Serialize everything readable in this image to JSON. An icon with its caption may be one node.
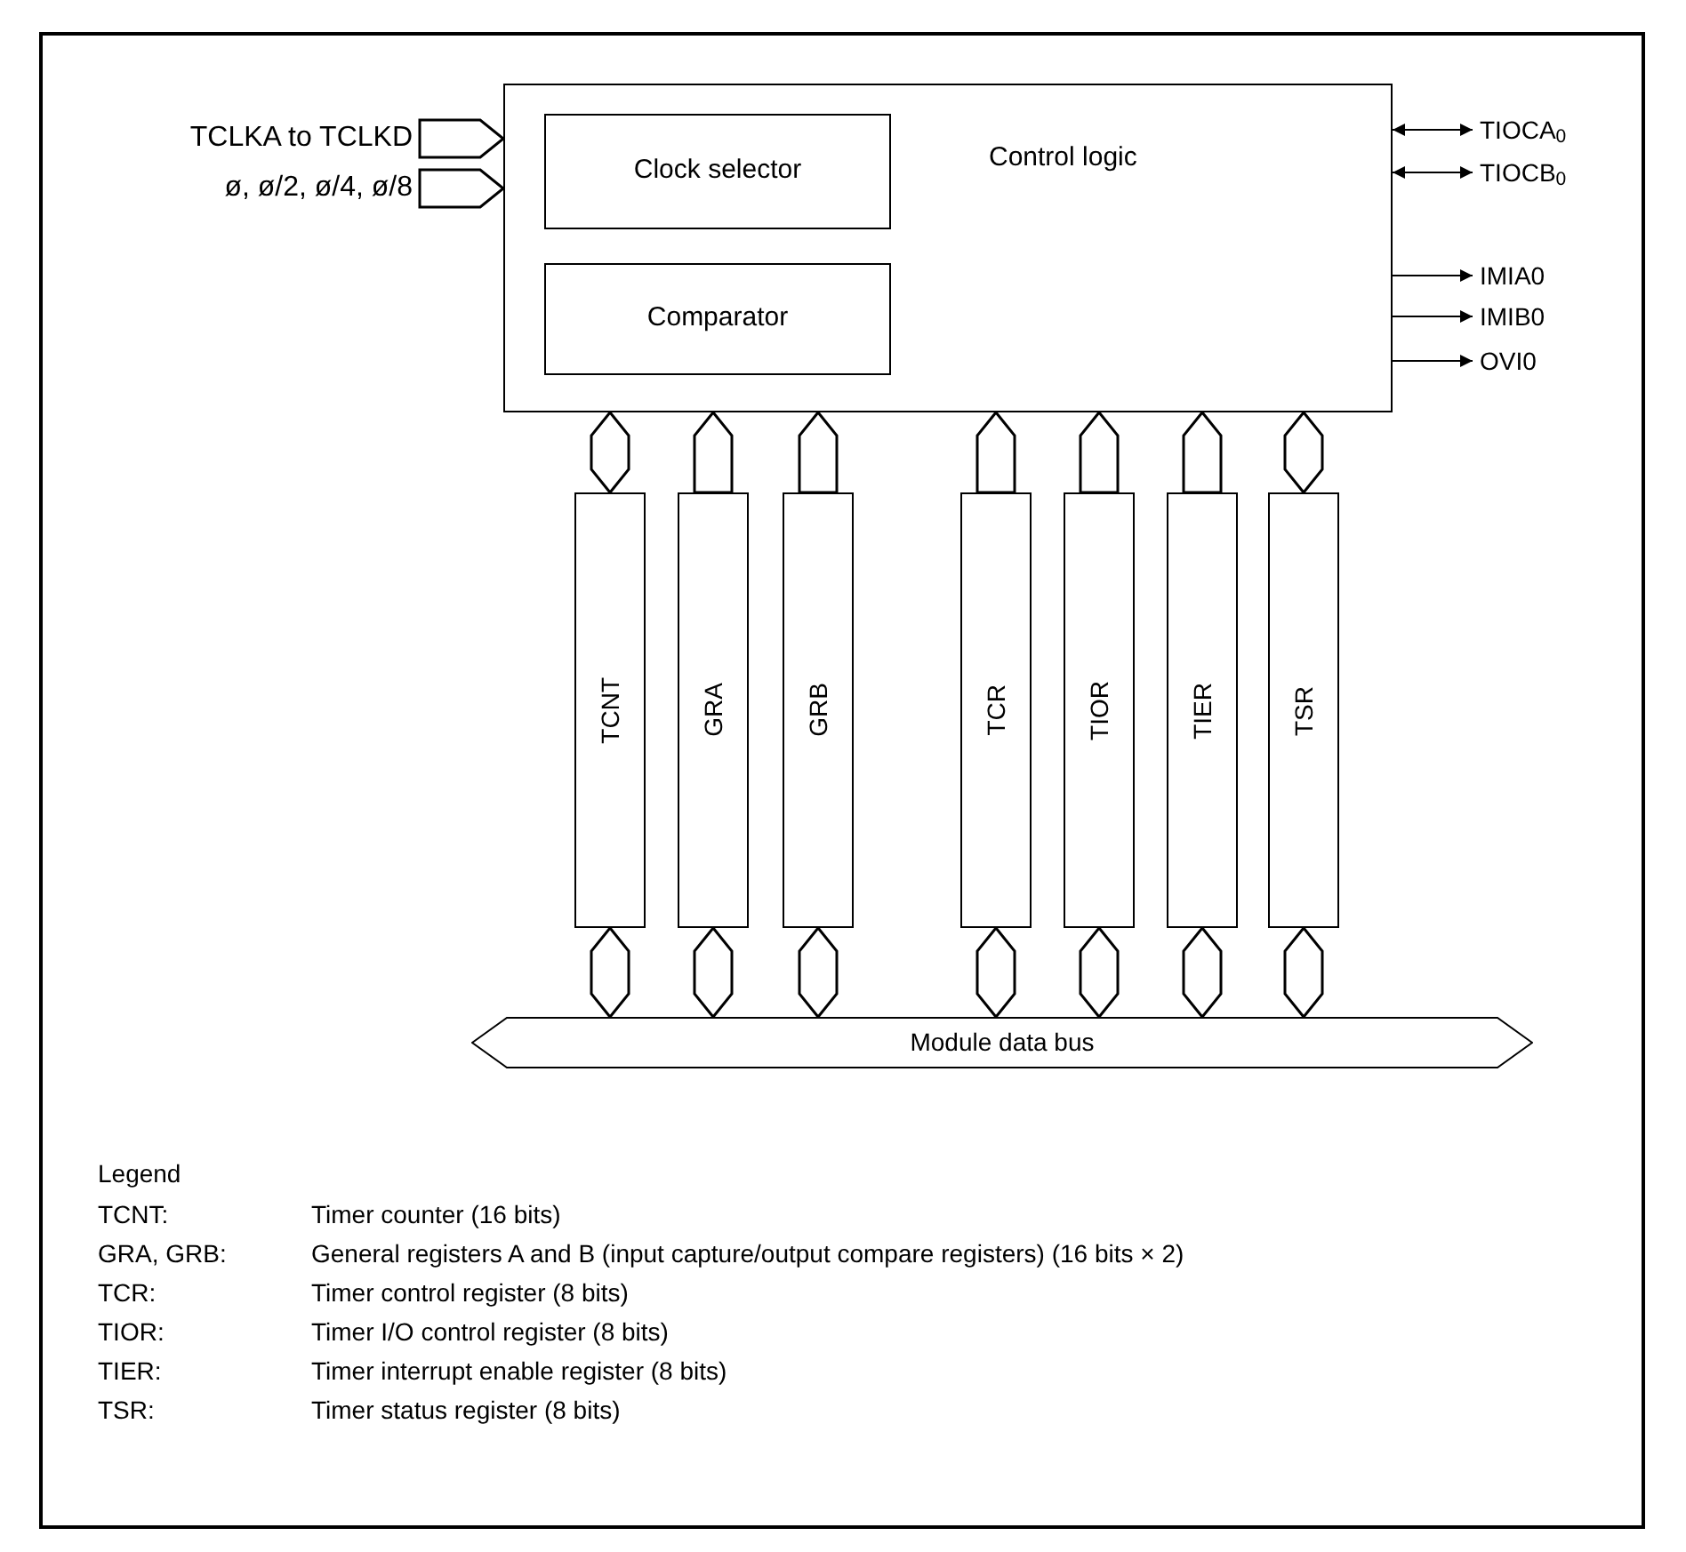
{
  "diagram": {
    "nodes": [
      {
        "text": [
          "TCLKA to TCLKD"
        ]
      },
      {
        "text": [
          "ø, ø/2, ø/4, ø/8"
        ]
      },
      {
        "text": [
          "Control logic"
        ]
      },
      {
        "text": [
          "Clock selector"
        ],
        "in": 2
      },
      {
        "text": [
          "Comparator"
        ],
        "in": 2
      },
      {
        "text": [
          "TCNT"
        ]
      },
      {
        "text": [
          "GRA"
        ]
      },
      {
        "text": [
          "GRB"
        ]
      },
      {
        "text": [
          "TCR"
        ]
      },
      {
        "text": [
          "TIOR"
        ]
      },
      {
        "text": [
          "TIER"
        ]
      },
      {
        "text": [
          "TSR"
        ]
      },
      {
        "text": [
          "Module data bus"
        ]
      },
      {
        "text": [
          "TIOCA$_{0}$"
        ]
      },
      {
        "text": [
          "TIOCB$_{0}$"
        ]
      },
      {
        "text": [
          "IMIA0"
        ]
      },
      {
        "text": [
          "IMIB0"
        ]
      },
      {
        "text": [
          "OVI0"
        ]
      }
    ],
    "edges": [
      {
        "from": 0,
        "to": 2,
        "arrow": "to",
        "style": "thick"
      },
      {
        "from": 1,
        "to": 2,
        "arrow": "to",
        "style": "thick"
      },
      {
        "from": 2,
        "to": 13,
        "arrow": "both"
      },
      {
        "from": 2,
        "to": 14,
        "arrow": "both"
      },
      {
        "from": 2,
        "to": 15,
        "arrow": "to"
      },
      {
        "from": 2,
        "to": 16,
        "arrow": "to"
      },
      {
        "from": 2,
        "to": 17,
        "arrow": "to"
      },
      {
        "from": 2,
        "to": 5,
        "arrow": "both",
        "style": "thick"
      },
      {
        "from": 6,
        "to": 2,
        "arrow": "to",
        "style": "thick"
      },
      {
        "from": 7,
        "to": 2,
        "arrow": "to",
        "style": "thick"
      },
      {
        "from": 8,
        "to": 2,
        "arrow": "to",
        "style": "thick"
      },
      {
        "from": 9,
        "to": 2,
        "arrow": "to",
        "style": "thick"
      },
      {
        "from": 10,
        "to": 2,
        "arrow": "to",
        "style": "thick"
      },
      {
        "from": 2,
        "to": 11,
        "arrow": "both",
        "style": "thick"
      },
      {
        "from": 5,
        "to": 12,
        "arrow": "both",
        "style": "thick"
      },
      {
        "from": 6,
        "to": 12,
        "arrow": "both",
        "style": "thick"
      },
      {
        "from": 7,
        "to": 12,
        "arrow": "both",
        "style": "thick"
      },
      {
        "from": 8,
        "to": 12,
        "arrow": "both",
        "style": "thick"
      },
      {
        "from": 9,
        "to": 12,
        "arrow": "both",
        "style": "thick"
      },
      {
        "from": 10,
        "to": 12,
        "arrow": "both",
        "style": "thick"
      },
      {
        "from": 11,
        "to": 12,
        "arrow": "both",
        "style": "thick"
      }
    ],
    "labels": [
      "Legend",
      "TCNT:",
      "Timer counter (16 bits)",
      "GRA, GRB:",
      "General registers A and B (input capture/output compare registers) (16 bits × 2)",
      "TCR:",
      "Timer control register (8 bits)",
      "TIOR:",
      "Timer I/O control register (8 bits)",
      "TIER:",
      "Timer interrupt enable register (8 bits)",
      "TSR:",
      "Timer status register (8 bits)"
    ]
  }
}
